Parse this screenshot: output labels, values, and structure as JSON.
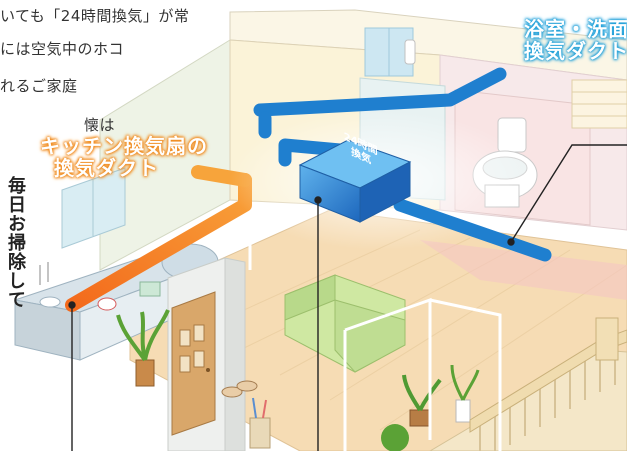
{
  "intro_lines": [
    "いても「24時間換気」が常",
    "には空気中のホコ",
    "れるご家庭",
    "懐は"
  ],
  "side_text": "毎日お掃除して",
  "kitchen_duct_label": [
    "キッチン換気扇の",
    "換気ダクト"
  ],
  "bathroom_duct_label": [
    "浴室・洗面",
    "換気ダクト"
  ],
  "unit_label": [
    "24時間",
    "換気"
  ],
  "colors": {
    "orange_duct": "#f08a1c",
    "blue_duct": "#1f7fcf",
    "unit_box": "#2c7fd0",
    "floor": "#f6dcb4",
    "wall": "#fbf4df"
  }
}
